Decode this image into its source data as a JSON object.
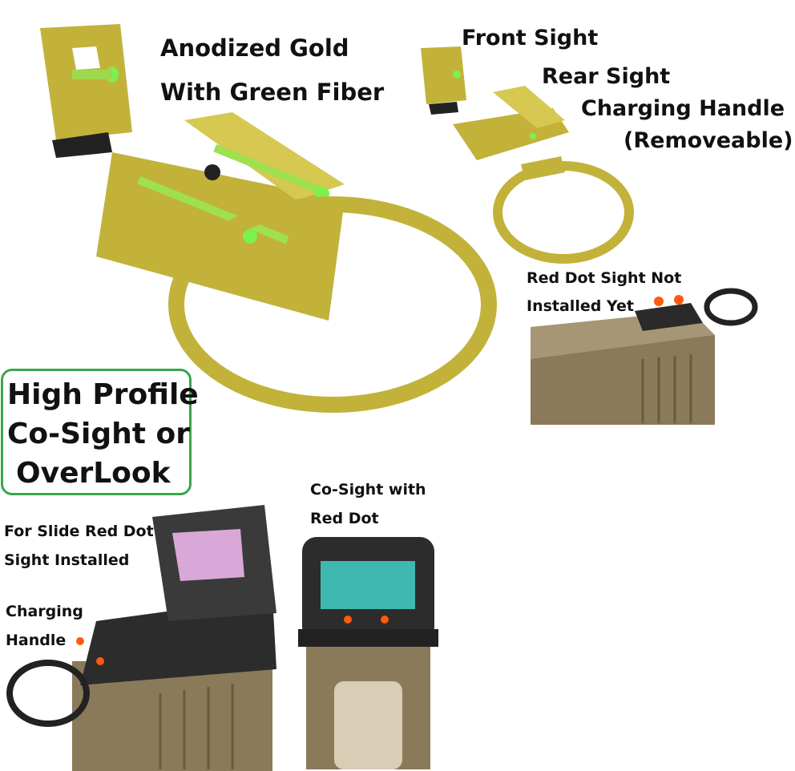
{
  "main_title": {
    "line1": "Anodized Gold",
    "line2": "With Green Fiber"
  },
  "parts_labels": {
    "front_sight": "Front Sight",
    "rear_sight": "Rear Sight",
    "charging_handle": "Charging Handle",
    "removeable": "(Removeable)"
  },
  "not_installed": {
    "line1": "Red Dot Sight Not",
    "line2": "Installed Yet"
  },
  "profile_box": {
    "line1": "High Profile",
    "line2": "Co-Sight or",
    "line3": "OverLook",
    "border_color": "#3aa64a"
  },
  "co_sight": {
    "line1": "Co-Sight with",
    "line2": "Red Dot"
  },
  "slide_installed": {
    "line1": "For Slide Red Dot",
    "line2": "Sight Installed"
  },
  "charging_handle_label": {
    "line1": "Charging",
    "line2": "Handle"
  },
  "colors": {
    "gold": "#c2b23a",
    "fiber_green": "#7cf050",
    "fiber_orange": "#ff5a10",
    "slide_tan": "#8a7a5a"
  }
}
